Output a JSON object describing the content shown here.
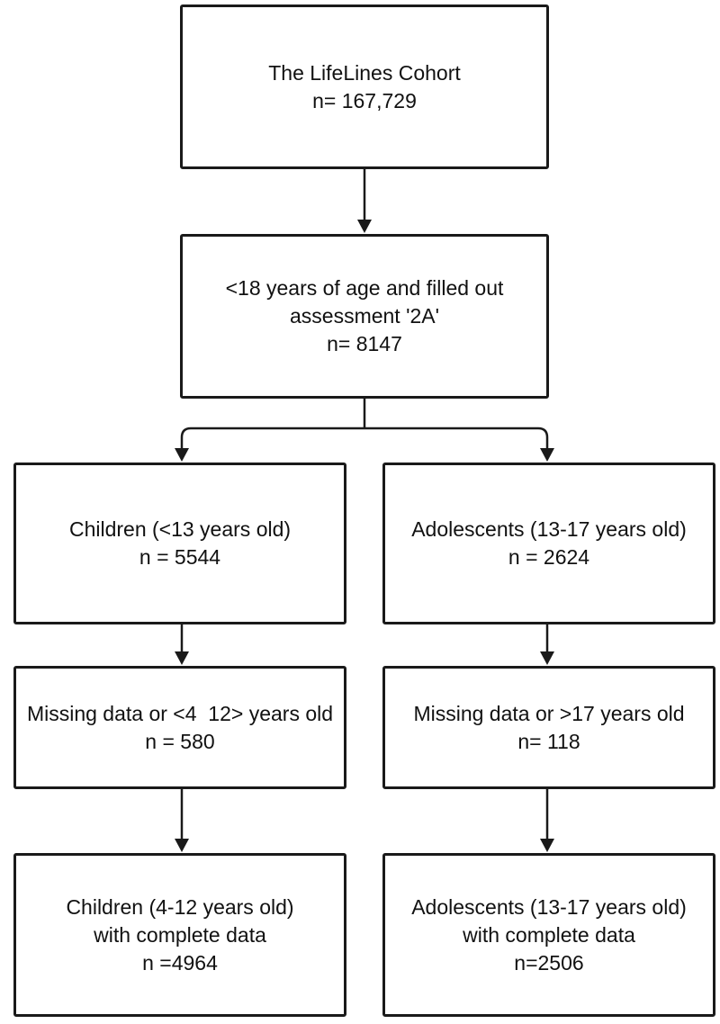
{
  "flowchart": {
    "cohort": {
      "lines": [
        "The LifeLines Cohort",
        "n= 167,729"
      ]
    },
    "assessment": {
      "lines": [
        "<18 years of age and filled out",
        "assessment '2A'",
        "n= 8147"
      ]
    },
    "children": {
      "lines": [
        "Children (<13 years old)",
        "n = 5544"
      ]
    },
    "adolescents": {
      "lines": [
        "Adolescents (13-17 years old)",
        "n = 2624"
      ]
    },
    "missing_children": {
      "lines": [
        "Missing data or <4  12> years old",
        "n = 580"
      ]
    },
    "missing_adolescents": {
      "lines": [
        "Missing data or >17 years old",
        "n= 118"
      ]
    },
    "final_children": {
      "lines": [
        "Children (4-12 years old)",
        "with complete data",
        "n =4964"
      ]
    },
    "final_adolescents": {
      "lines": [
        "Adolescents (13-17 years old)",
        "with complete data",
        "n=2506"
      ]
    }
  }
}
